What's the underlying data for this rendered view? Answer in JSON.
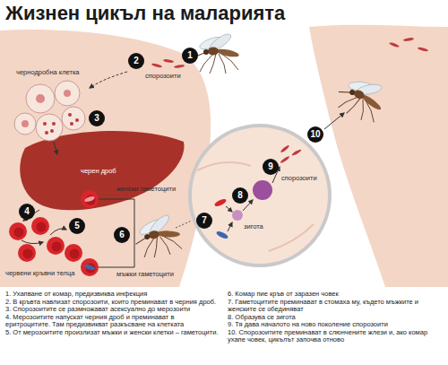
{
  "diagram": {
    "title": "Жизнен цикъл на маларията",
    "labels": [
      "1",
      "2",
      "3",
      "4",
      "5",
      "6",
      "7",
      "8",
      "9",
      "10",
      "спорозоити",
      "чернодробна клетка",
      "черен дроб",
      "червени кръвни телца",
      "женски гаметоцити",
      "мъжки гаметоцити",
      "зигота",
      "спорозоити",
      "1. Ухапване от комар, предизвиква инфекция",
      "2. В кръвта навлизат спорозоити, които преминават в черния дроб.",
      "3. Спорозоитите се размножават асексуално до мерозоити",
      "4. Мерозоитите напускат черния дроб и преминават в еритроцитите. Там предизвикват разкъсване на клетката",
      "5. От мерозоитите произлизат мъжки и женски клетки – гаметоцити.",
      "6. Комар пие кръв от заразен човек",
      "7. Гаметоцитите преминават в стомаха му, където мъжките и женските се обединяват",
      "8. Образува се зигота",
      "9. Тя дава началото на ново поколение спорозоити",
      "10. Спорозоитите преминават в слюнчените жлези и, ако комар ухапе човек, цикълът започва отново"
    ]
  }
}
